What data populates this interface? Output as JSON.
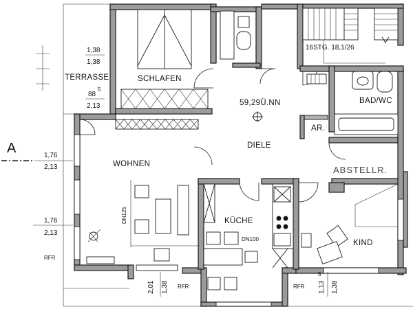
{
  "rooms": {
    "schlafen": "SCHLAFEN",
    "wohnen": "WOHNEN",
    "diele": "DIELE",
    "kueche": "KÜCHE",
    "kind": "KIND",
    "bad_wc": "BAD/WC",
    "ar": "AR.",
    "abstellr": "ABSTELLR.",
    "terrasse": "TERRASSE"
  },
  "level_mark": "59,29Ü.NN",
  "stairs": "16STG. 18,1/26",
  "labels": {
    "dn125": "DN125",
    "dn100": "DN100",
    "rfr_1": "RFR",
    "rfr_2": "RFR",
    "rfr_3": "RFR"
  },
  "section_mark": "A",
  "dimensions": {
    "d_138_top": "1,38",
    "d_138_bottom": "1,38",
    "d_88": "88",
    "d_88_sup": "5",
    "d_213_terrace": "2,13",
    "d_176_a": "1,76",
    "d_213_a": "2,13",
    "d_176_b": "1,76",
    "d_213_b": "2,13",
    "d_201": "2,01",
    "d_138_v1": "1,38",
    "d_113": "1,13",
    "d_113_sup": "5",
    "d_138_v2": "1,38"
  }
}
